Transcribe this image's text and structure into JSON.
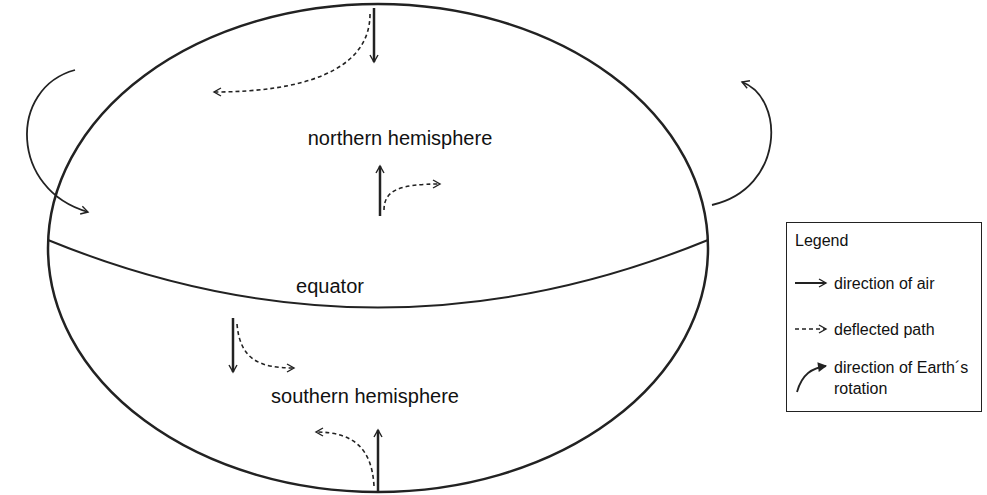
{
  "diagram": {
    "labels": [
      "northern hemisphere",
      "equator",
      "southern hemisphere",
      "Legend"
    ],
    "legend": [
      {
        "text": "direction of air"
      },
      {
        "text": "deflected path"
      },
      {
        "text": "direction of Earth´s rotation"
      }
    ]
  }
}
